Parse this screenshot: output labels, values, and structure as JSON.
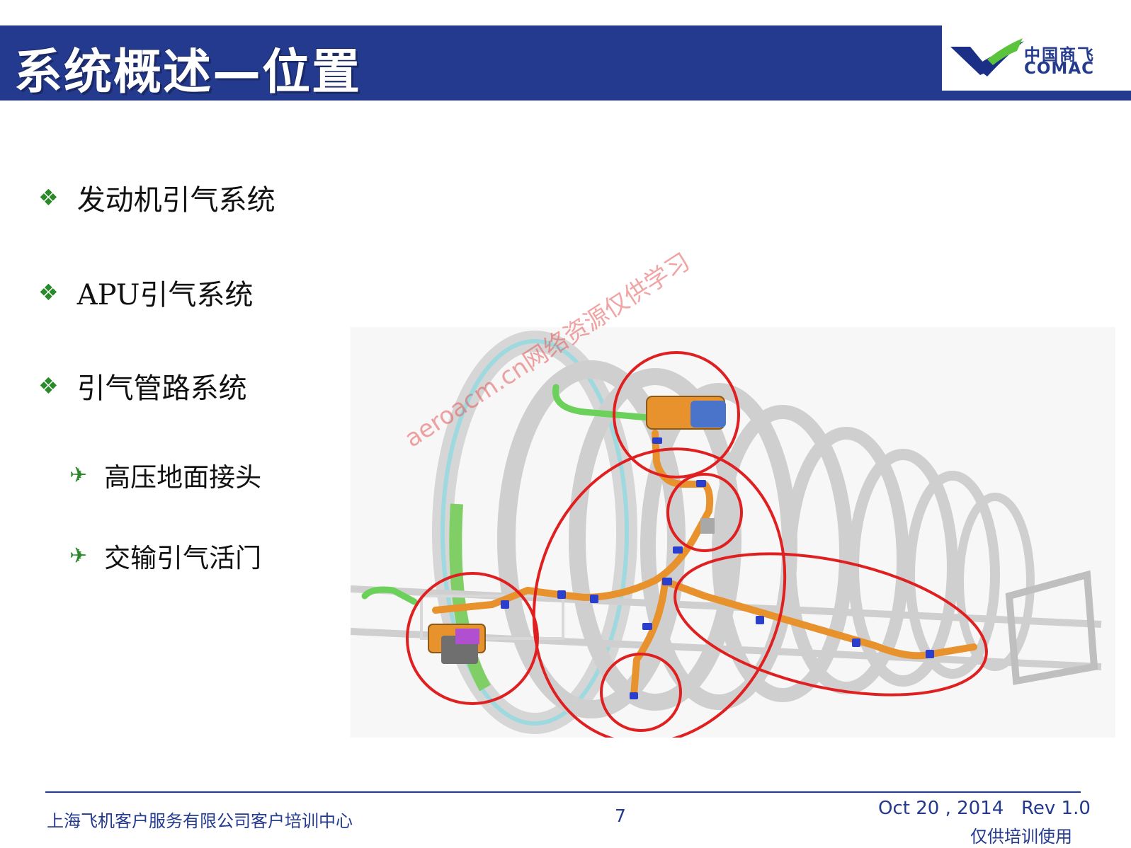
{
  "header": {
    "title": "系统概述—位置",
    "logo_cn": "中国商飞",
    "logo_en": "COMAC",
    "colors": {
      "bar": "#233a8e",
      "logo_blue": "#1b2f86",
      "logo_green": "#5cc43c"
    }
  },
  "bullets": [
    {
      "icon": "diamond-bullet-icon",
      "text": "发动机引气系统"
    },
    {
      "icon": "diamond-bullet-icon",
      "text": "APU引气系统"
    },
    {
      "icon": "diamond-bullet-icon",
      "text": "引气管路系统"
    }
  ],
  "sub_bullets": [
    {
      "icon": "arrow-bullet-icon",
      "text": "高压地面接头"
    },
    {
      "icon": "arrow-bullet-icon",
      "text": "交输引气活门"
    }
  ],
  "figure": {
    "watermark": "aeroacm.cn网络资源仅供学习",
    "colors": {
      "highlight_circle": "#e02020",
      "duct": "#e8922e",
      "green_duct": "#6bd15a",
      "clamp": "#2b3fcf"
    }
  },
  "footer": {
    "organization": "上海飞机客户服务有限公司客户培训中心",
    "page_number": "7",
    "date": "Oct 20 , 2014",
    "revision": "Rev 1.0",
    "note": "仅供培训使用"
  }
}
